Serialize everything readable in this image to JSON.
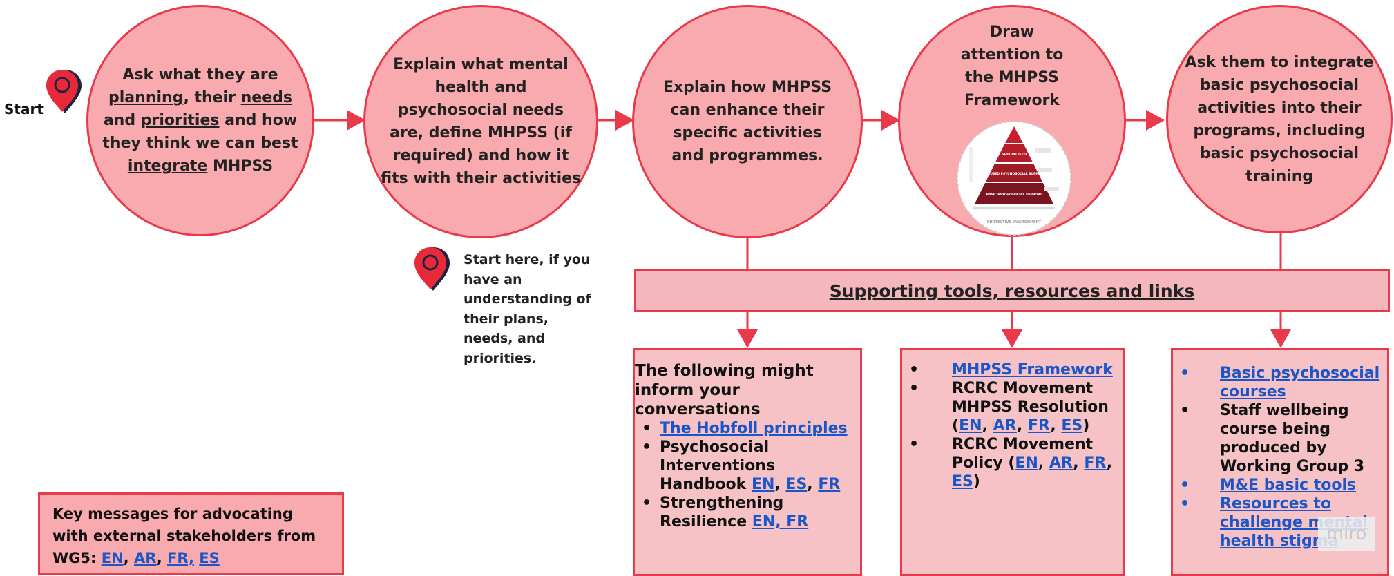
{
  "start_label": "Start",
  "steps": {
    "s1": {
      "p1": "Ask what they are ",
      "u1": "planning",
      "p2": ", their ",
      "u2": "needs",
      "p3": " and ",
      "u3": "priorities",
      "p4": " and how they think we can best ",
      "u4": "integrate",
      "p5": " MHPSS"
    },
    "s2": "Explain what mental health and psychosocial needs are, define MHPSS (if required) and how it fits with their activities",
    "s3": "Explain how MHPSS can enhance their specific activities and programmes.",
    "s4": "Draw attention to the MHPSS Framework",
    "s5": "Ask them to integrate basic psychosocial activities into their programs, including basic psychosocial training"
  },
  "pyramid": {
    "levels": [
      "SPECIALISED",
      "FOCUSED PSYCHOSOCIAL SUPPORT",
      "BASIC PSYCHOSOCIAL SUPPORT"
    ],
    "footer": "PROTECTIVE ENVIRONMENT",
    "colors": [
      "#c81e2e",
      "#b51c2a",
      "#9e1a24",
      "#7a1520"
    ]
  },
  "note": "Start here, if you have an understanding of their plans, needs, and priorities.",
  "banner": "Supporting tools, resources and links",
  "box1": {
    "intro": "The following might inform your conversations",
    "hobfoll": "The Hobfoll principles ",
    "pih_text": "Psychosocial Interventions Handbook ",
    "pih_en": "EN",
    "pih_es": "ES",
    "pih_fr": "FR",
    "str_text": "Strengthening Resilience ",
    "str_links": "EN, FR"
  },
  "box2": {
    "framework": "MHPSS Framework",
    "resolution": "RCRC Movement MHPSS Resolution",
    "policy": "RCRC Movement Policy",
    "langs": [
      "EN",
      "AR",
      "FR",
      "ES"
    ]
  },
  "box3": {
    "courses": "Basic psychosocial courses",
    "wellbeing": "Staff wellbeing course being produced by Working Group 3",
    "me": "M&E basic tools",
    "stigma": "Resources to challenge mental health stigma"
  },
  "key": {
    "text": "Key messages for advocating with external stakeholders from WG5: ",
    "langs": [
      "EN",
      "AR",
      "FR,",
      "ES"
    ]
  },
  "watermark": "miro",
  "colors": {
    "accent": "#e83a4a",
    "fill": "#f9aaaf",
    "link": "#1a56c8",
    "pin": "#e8293a",
    "pin_outline": "#1b2340"
  }
}
